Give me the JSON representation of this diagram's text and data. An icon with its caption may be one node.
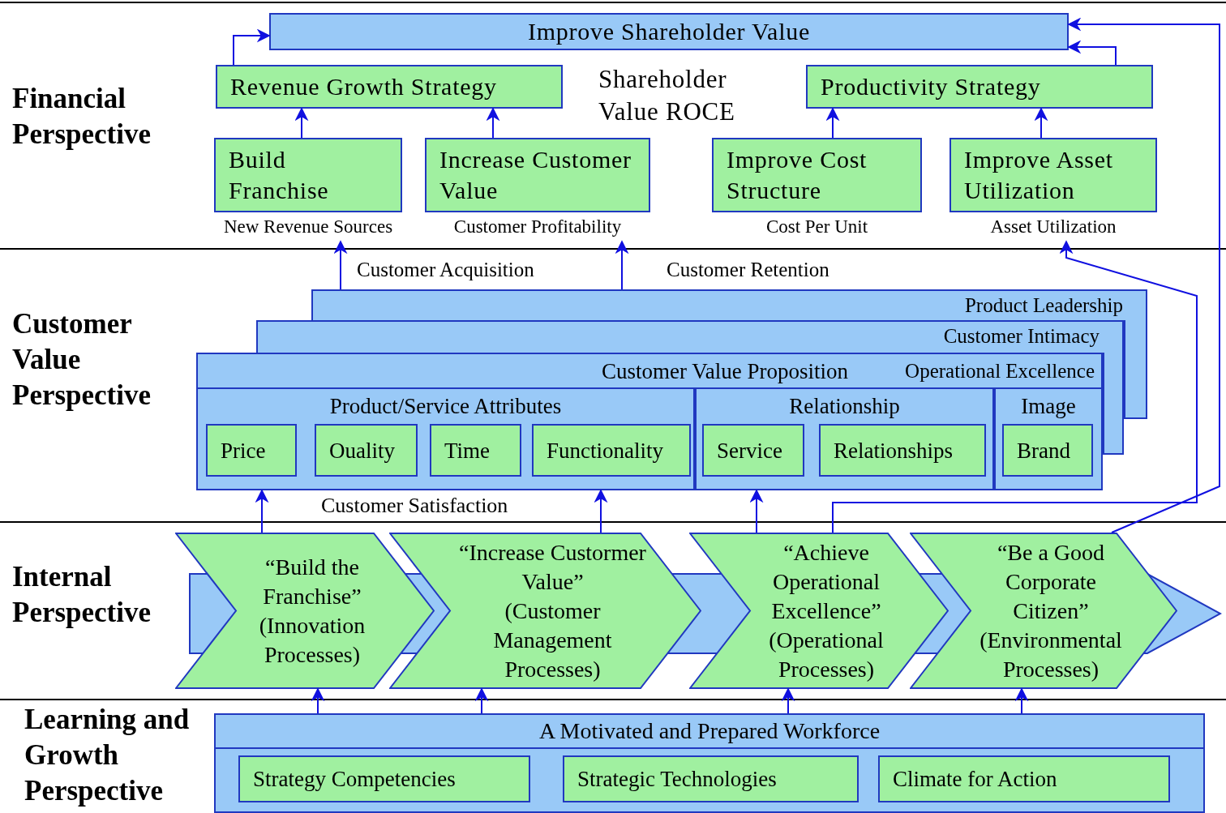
{
  "diagram": {
    "nodes": [
      {
        "text": [
          "Improve Shareholder Value"
        ]
      },
      {
        "text": [
          "Revenue Growth Strategy"
        ]
      },
      {
        "text": [
          "Productivity Strategy"
        ]
      },
      {
        "text": [
          "Build Franchise"
        ],
        "beside": [
          "New Revenue Sources"
        ]
      },
      {
        "text": [
          "Increase Customer Value"
        ],
        "beside": [
          "Customer Profitability"
        ]
      },
      {
        "text": [
          "Improve Cost Structure"
        ],
        "beside": [
          "Cost Per Unit"
        ]
      },
      {
        "text": [
          "Improve Asset Utilization"
        ],
        "beside": [
          "Asset Utilization"
        ]
      },
      {
        "text": [
          "Product Leadership"
        ]
      },
      {
        "text": [
          "Customer Intimacy"
        ]
      },
      {
        "text": [
          "Customer Value Proposition",
          "Operational Excellence"
        ]
      },
      {
        "text": [
          "Product/Service Attributes"
        ],
        "in": 9
      },
      {
        "text": [
          "Price"
        ],
        "in": 10
      },
      {
        "text": [
          "Ouality"
        ],
        "in": 10
      },
      {
        "text": [
          "Time"
        ],
        "in": 10
      },
      {
        "text": [
          "Functionality"
        ],
        "in": 10
      },
      {
        "text": [
          "Relationship"
        ],
        "in": 9
      },
      {
        "text": [
          "Service"
        ],
        "in": 15
      },
      {
        "text": [
          "Relationships"
        ],
        "in": 15
      },
      {
        "text": [
          "Image"
        ],
        "in": 9
      },
      {
        "text": [
          "Brand"
        ],
        "in": 18
      },
      {
        "text": [
          "“Build the Franchise”",
          "(Innovation Processes)"
        ]
      },
      {
        "text": [
          "“Increase Custormer Value”",
          "(Customer Management Processes)"
        ]
      },
      {
        "text": [
          "“Achieve Operational Excellence”",
          "(Operational Processes)"
        ]
      },
      {
        "text": [
          "“Be a Good Corporate Citizen”",
          "(Environmental Processes)"
        ]
      },
      {
        "text": [
          "A Motivated and Prepared Workforce"
        ]
      },
      {
        "text": [
          "Strategy Competencies"
        ],
        "in": 24
      },
      {
        "text": [
          "Strategic Technologies"
        ],
        "in": 24
      },
      {
        "text": [
          "Climate for Action"
        ],
        "in": 24
      },
      {
        "text": [],
        "shape": "arrow"
      },
      {
        "text": [],
        "shape": "bar"
      },
      {
        "text": [],
        "shape": "bar"
      }
    ],
    "edges": [
      {
        "from": 1,
        "to": 0,
        "arrow": "to"
      },
      {
        "from": 2,
        "to": 0,
        "arrow": "to"
      },
      {
        "from": 23,
        "to": 0,
        "arrow": "to"
      },
      {
        "from": 3,
        "to": 1,
        "arrow": "to"
      },
      {
        "from": 4,
        "to": 1,
        "arrow": "to"
      },
      {
        "from": 5,
        "to": 2,
        "arrow": "to"
      },
      {
        "from": 6,
        "to": 2,
        "arrow": "to"
      },
      {
        "from": 7,
        "to": 3,
        "arrow": "to",
        "label": "Customer Acquisition"
      },
      {
        "from": 7,
        "to": 4,
        "arrow": "to",
        "label": "Customer Retention"
      },
      {
        "from": 22,
        "to": 6,
        "arrow": "to"
      },
      {
        "from": 20,
        "to": 9,
        "arrow": "to"
      },
      {
        "from": 21,
        "to": 9,
        "arrow": "to"
      },
      {
        "from": 22,
        "to": 9,
        "arrow": "to"
      },
      {
        "from": 24,
        "to": 20,
        "arrow": "to"
      },
      {
        "from": 24,
        "to": 21,
        "arrow": "to"
      },
      {
        "from": 24,
        "to": 22,
        "arrow": "to"
      },
      {
        "from": 24,
        "to": 23,
        "arrow": "to"
      }
    ],
    "labels": [
      "Financial Perspective",
      "Shareholder Value ROCE",
      "Customer Value Perspective",
      "Customer Satisfaction",
      "Internal Perspective",
      "Learning and Growth Perspective"
    ]
  }
}
